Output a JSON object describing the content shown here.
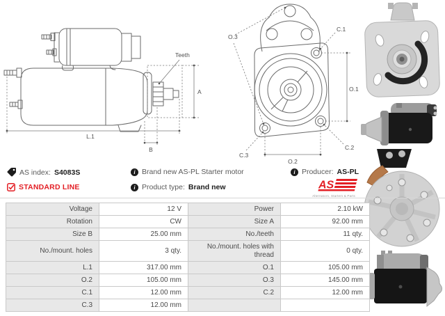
{
  "header": {
    "as_index": {
      "label": "AS index:",
      "value": "S4083S"
    },
    "standard_line": "STANDARD LINE",
    "brand_new_line": "Brand new AS-PL Starter motor",
    "product_type": {
      "label": "Product type:",
      "value": "Brand new"
    },
    "producer": {
      "label": "Producer:",
      "value": "AS-PL"
    },
    "logo": {
      "text": "AS",
      "subtext": "Alternators, Starters & Parts"
    }
  },
  "icons": {
    "tag": "tag-icon",
    "standard_line_check": "checkbox-checked-icon",
    "info": "info-icon",
    "info_glyph": "i"
  },
  "colors": {
    "accent_red": "#e31e24",
    "table_label_bg": "#e8e8e8",
    "table_border": "#c9c9c9",
    "drawing_line": "#6a6a6a"
  },
  "diagrams": {
    "side_view": {
      "labels": {
        "teeth": "Teeth",
        "a": "A",
        "l1": "L.1",
        "b": "B"
      }
    },
    "front_view": {
      "labels": {
        "o3": "O.3",
        "c1": "C.1",
        "o1": "O.1",
        "c2": "C.2",
        "c3": "C.3",
        "o2": "O.2"
      }
    }
  },
  "table": {
    "rows": [
      {
        "left": {
          "label": "Voltage",
          "value": "12 V"
        },
        "right": {
          "label": "Power",
          "value": "2.10 kW"
        }
      },
      {
        "left": {
          "label": "Rotation",
          "value": "CW"
        },
        "right": {
          "label": "Size A",
          "value": "92.00 mm"
        }
      },
      {
        "left": {
          "label": "Size B",
          "value": "25.00 mm"
        },
        "right": {
          "label": "No./teeth",
          "value": "11 qty."
        }
      },
      {
        "left": {
          "label": "No./mount. holes",
          "value": "3 qty."
        },
        "right": {
          "label": "No./mount. holes with thread",
          "value": "0 qty."
        }
      },
      {
        "left": {
          "label": "L.1",
          "value": "317.00 mm"
        },
        "right": {
          "label": "O.1",
          "value": "105.00 mm"
        }
      },
      {
        "left": {
          "label": "O.2",
          "value": "105.00 mm"
        },
        "right": {
          "label": "O.3",
          "value": "145.00 mm"
        }
      },
      {
        "left": {
          "label": "C.1",
          "value": "12.00 mm"
        },
        "right": {
          "label": "C.2",
          "value": "12.00 mm"
        }
      },
      {
        "left": {
          "label": "C.3",
          "value": "12.00 mm"
        },
        "right": {
          "label": "",
          "value": ""
        }
      }
    ]
  }
}
